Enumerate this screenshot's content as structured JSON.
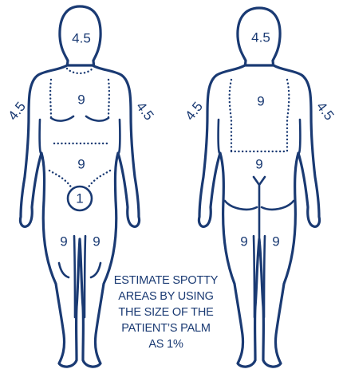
{
  "colors": {
    "ink": "#1a3a73",
    "background": "#ffffff"
  },
  "front": {
    "head": "4.5",
    "right_arm": "4.5",
    "left_arm": "4.5",
    "chest": "9",
    "abdomen": "9",
    "genitals": "1",
    "right_leg": "9",
    "left_leg": "9"
  },
  "back": {
    "head": "4.5",
    "left_arm": "4.5",
    "right_arm": "4.5",
    "upper_back": "9",
    "lower_back": "9",
    "left_leg": "9",
    "right_leg": "9"
  },
  "note": {
    "lines": [
      "ESTIMATE SPOTTY",
      "AREAS BY USING",
      "THE SIZE OF THE",
      "PATIENT’S PALM",
      "AS 1%"
    ]
  }
}
